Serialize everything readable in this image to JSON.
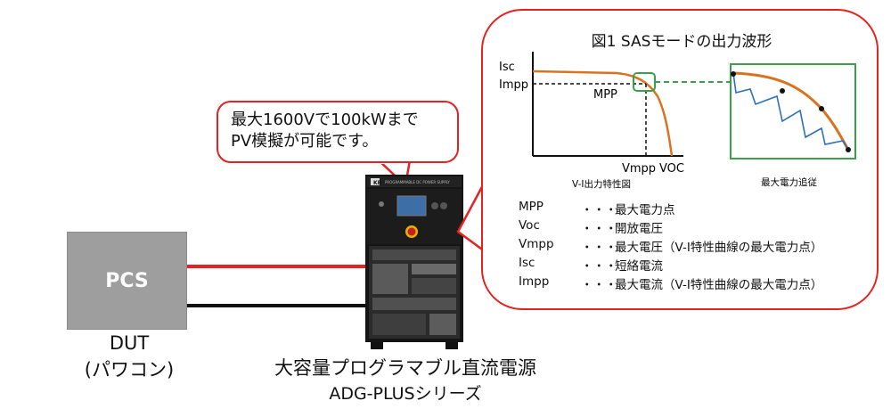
{
  "pcs": {
    "label": "PCS",
    "caption1": "DUT",
    "caption2": "(パワコン)"
  },
  "device": {
    "front_label": "PROGRAMMABLE DC POWER SUPPLY",
    "brand": "KB",
    "name": "大容量プログラマブル直流電源",
    "series": "ADG-PLUSシリーズ"
  },
  "callout": {
    "line1": "最大1600Vで100kWまで",
    "line2": "PV模擬が可能です。"
  },
  "figure": {
    "title": "図1 SASモードの出力波形",
    "vi_caption": "V-I出力特性図",
    "tracking_caption": "最大電力追従"
  },
  "chart_data": {
    "type": "line",
    "title": "図1 SASモードの出力波形",
    "xlabel": "",
    "ylabel": "",
    "y_ticks": [
      "Isc",
      "Impp"
    ],
    "x_ticks": [
      "Vmpp",
      "VOC"
    ],
    "annotations": [
      "MPP"
    ],
    "series": [
      {
        "name": "V-I",
        "shape": "flat then steep drop to VOC",
        "color": "#d9731f"
      }
    ],
    "tracking_series": {
      "name": "最大電力追従",
      "color": "#2d6fbf",
      "curve_color": "#d9731f",
      "box_color": "#3aa04a"
    }
  },
  "legend": [
    {
      "term": "MPP",
      "dots": "・・・",
      "desc": "最大電力点"
    },
    {
      "term": "Voc",
      "dots": "・・・",
      "desc": "開放電圧"
    },
    {
      "term": "Vmpp",
      "dots": "・・・",
      "desc": "最大電圧（V-I特性曲線の最大電力点）"
    },
    {
      "term": "Isc",
      "dots": "・・・",
      "desc": "短絡電流"
    },
    {
      "term": "Impp",
      "dots": "・・・",
      "desc": "最大電流（V-I特性曲線の最大電力点）"
    }
  ],
  "colors": {
    "accent_red": "#e52222",
    "curve_orange": "#d9731f",
    "green": "#3aa04a",
    "step_blue": "#2d6fbf",
    "pcs_gray": "#9e9e9e"
  }
}
